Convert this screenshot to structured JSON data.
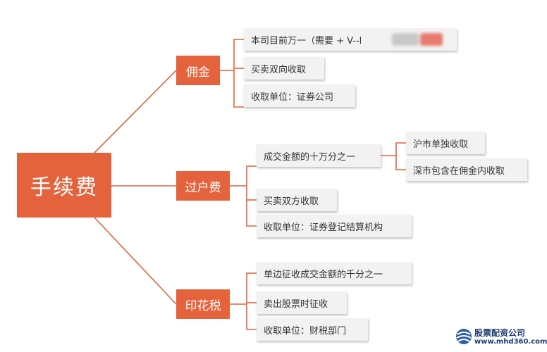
{
  "root": {
    "label": "手续费"
  },
  "branches": [
    {
      "label": "佣金",
      "leaves": [
        "本司目前万一（需要 + V--l",
        "买卖双向收取",
        "收取单位：证券公司"
      ]
    },
    {
      "label": "过户费",
      "leaves": [
        "成交金额的十万分之一",
        "买卖双方收取",
        "收取单位：证券登记结算机构"
      ],
      "sub_leaves": [
        "沪市单独收取",
        "深市包含在佣金内收取"
      ]
    },
    {
      "label": "印花税",
      "leaves": [
        "单边征收成交金额的千分之一",
        "卖出股票时征收",
        "收取单位：财税部门"
      ]
    }
  ],
  "colors": {
    "accent": "#e4633c",
    "leaf_bg": "#f2f2f2",
    "connector": "#e4633c"
  },
  "watermark": {
    "title": "股票配资公司",
    "url": "www.mhd360.com",
    "icon": "globe-logo-icon"
  }
}
